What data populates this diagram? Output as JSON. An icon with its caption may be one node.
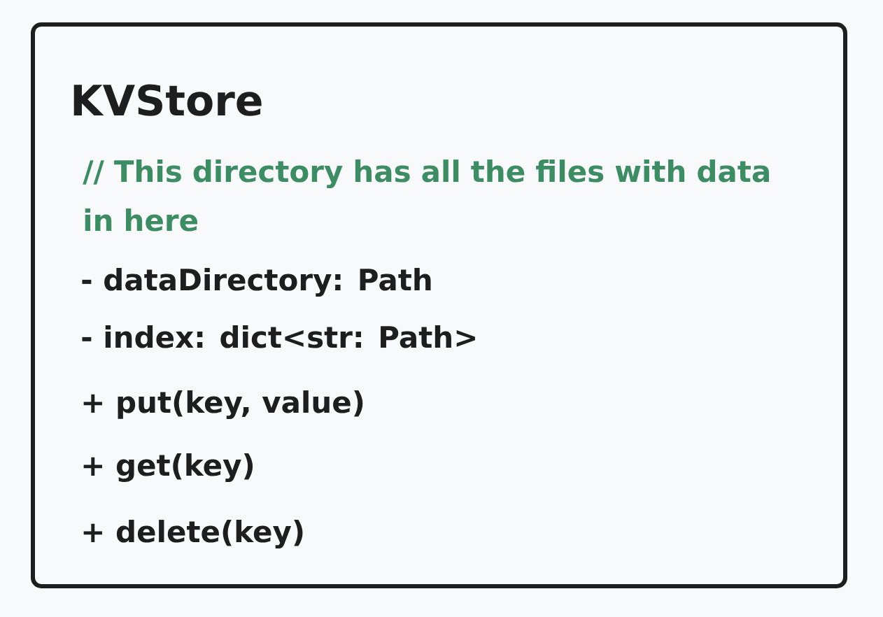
{
  "diagram": {
    "nodes": [
      {
        "text": [
          "KVStore",
          "// This directory has all the files with data in here",
          "- dataDirectory: Path",
          "- index: dict<str: Path>",
          "+ put(key, value)",
          "+ get(key)",
          "+ delete(key)"
        ]
      }
    ]
  }
}
